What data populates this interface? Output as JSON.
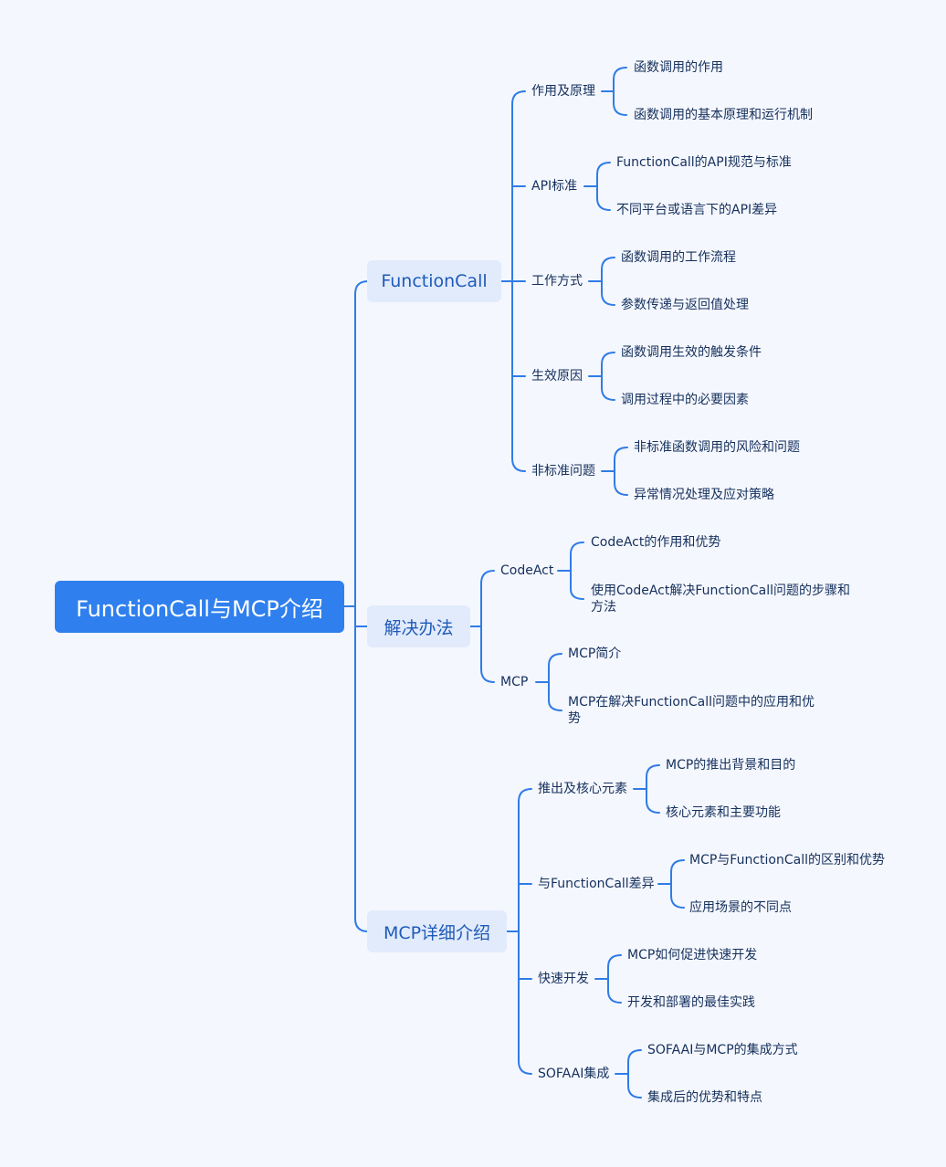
{
  "root": "FunctionCall与MCP介绍",
  "branches": [
    {
      "label": "FunctionCall",
      "children": [
        {
          "label": "作用及原理",
          "leaves": [
            "函数调用的作用",
            "函数调用的基本原理和运行机制"
          ]
        },
        {
          "label": "API标准",
          "leaves": [
            "FunctionCall的API规范与标准",
            "不同平台或语言下的API差异"
          ]
        },
        {
          "label": "工作方式",
          "leaves": [
            "函数调用的工作流程",
            "参数传递与返回值处理"
          ]
        },
        {
          "label": "生效原因",
          "leaves": [
            "函数调用生效的触发条件",
            "调用过程中的必要因素"
          ]
        },
        {
          "label": "非标准问题",
          "leaves": [
            "非标准函数调用的风险和问题",
            "异常情况处理及应对策略"
          ]
        }
      ]
    },
    {
      "label": "解决办法",
      "children": [
        {
          "label": "CodeAct",
          "leaves": [
            "CodeAct的作用和优势",
            "使用CodeAct解决FunctionCall问题的步骤和方法"
          ]
        },
        {
          "label": "MCP",
          "leaves": [
            "MCP简介",
            "MCP在解决FunctionCall问题中的应用和优势"
          ]
        }
      ]
    },
    {
      "label": "MCP详细介绍",
      "children": [
        {
          "label": "推出及核心元素",
          "leaves": [
            "MCP的推出背景和目的",
            "核心元素和主要功能"
          ]
        },
        {
          "label": "与FunctionCall差异",
          "leaves": [
            "MCP与FunctionCall的区别和优势",
            "应用场景的不同点"
          ]
        },
        {
          "label": "快速开发",
          "leaves": [
            "MCP如何促进快速开发",
            "开发和部署的最佳实践"
          ]
        },
        {
          "label": "SOFAAI集成",
          "leaves": [
            "SOFAAI与MCP的集成方式",
            "集成后的优势和特点"
          ]
        }
      ]
    }
  ],
  "colors": {
    "background": "#f5f7fe",
    "root": "#2f80ee",
    "branch_bg": "#e2ebfc",
    "branch_text": "#1e5bb8",
    "line": "#2f7ce6",
    "text": "#14305c"
  }
}
